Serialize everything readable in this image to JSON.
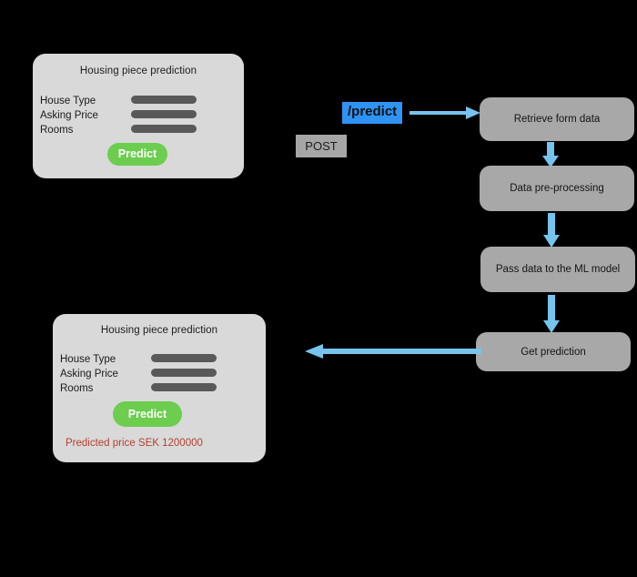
{
  "page": {
    "background_color": "#000000",
    "accent_blue": "#2f93f5",
    "arrow_blue": "#76c3ee",
    "node_gray": "#a8a8a8",
    "card_gray": "#d9d9d9",
    "button_green": "#6ccd4f",
    "result_red": "#b5402f"
  },
  "form_card_top": {
    "title": "Housing piece prediction",
    "fields": [
      {
        "label": "House Type"
      },
      {
        "label": "Asking Price"
      },
      {
        "label": "Rooms"
      }
    ],
    "submit_label": "Predict"
  },
  "form_card_bottom": {
    "title": "Housing piece prediction",
    "fields": [
      {
        "label": "House Type"
      },
      {
        "label": "Asking Price"
      },
      {
        "label": "Rooms"
      }
    ],
    "submit_label": "Predict",
    "result_text": "Predicted price SEK 1200000"
  },
  "request": {
    "endpoint": "/predict",
    "method": "POST"
  },
  "flow": {
    "nodes": [
      {
        "label": "Retrieve form data"
      },
      {
        "label": "Data pre-processing"
      },
      {
        "label": "Pass data to the ML model"
      },
      {
        "label": "Get prediction"
      }
    ]
  }
}
